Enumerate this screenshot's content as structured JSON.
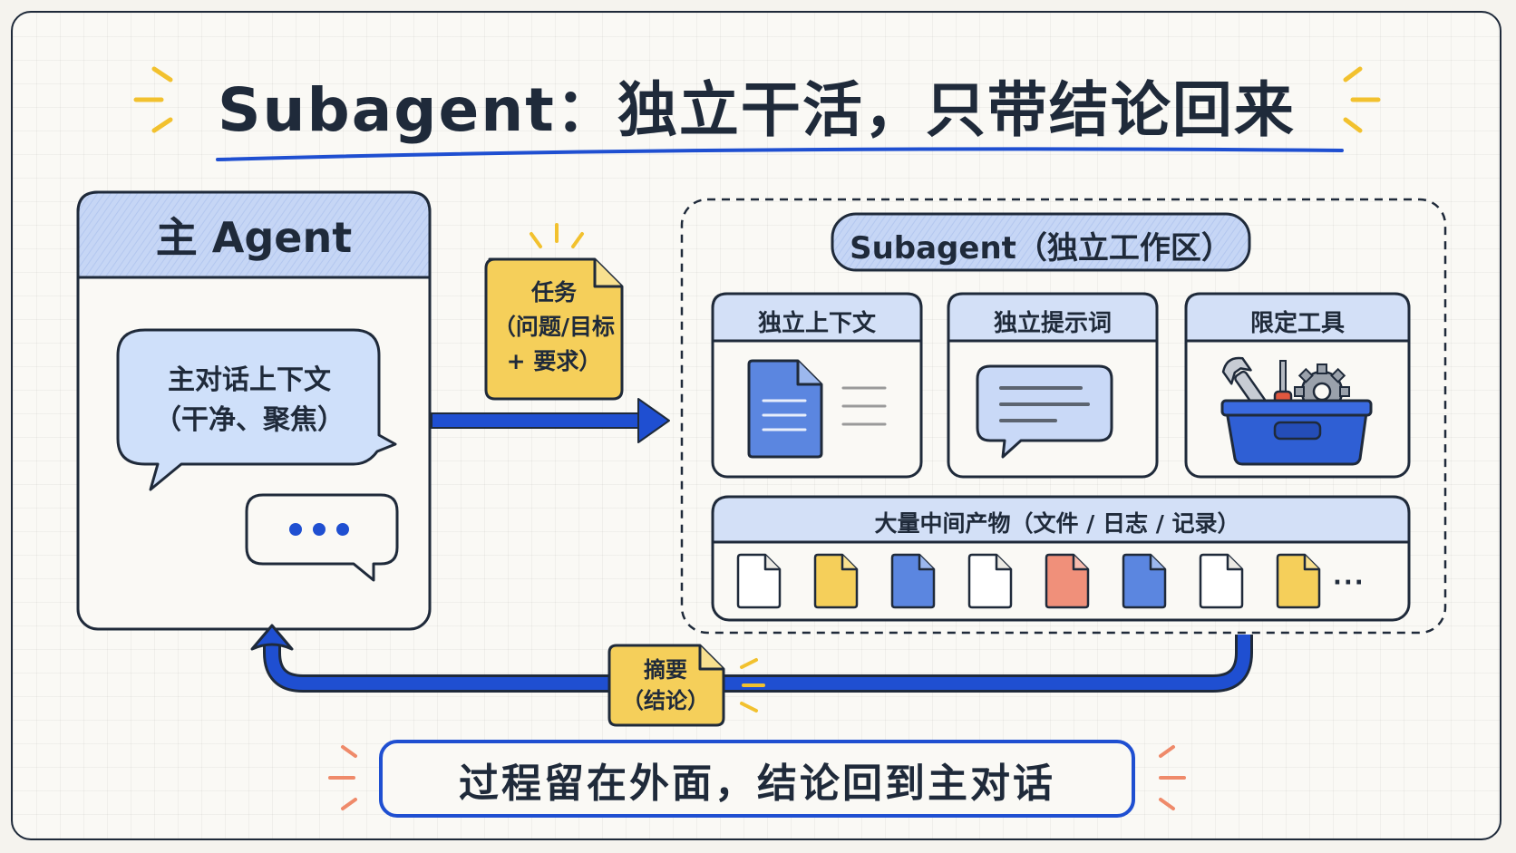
{
  "title": "Subagent：独立干活，只带结论回来",
  "main_agent": {
    "title": "主 Agent",
    "bubble_lines": [
      "主对话上下文",
      "（干净、聚焦）"
    ]
  },
  "task_note": {
    "lines": [
      "任务",
      "（问题/目标",
      "+ 要求）"
    ]
  },
  "subagent": {
    "title": "Subagent（独立工作区）",
    "cards": [
      {
        "title": "独立上下文",
        "icon": "document-icon"
      },
      {
        "title": "独立提示词",
        "icon": "chat-bubble-icon"
      },
      {
        "title": "限定工具",
        "icon": "toolbox-icon"
      }
    ],
    "artifacts": {
      "title": "大量中间产物（文件 / 日志 / 记录）",
      "files": [
        "white",
        "yellow",
        "blue",
        "white",
        "red",
        "blue",
        "white",
        "yellow"
      ],
      "more": "···"
    }
  },
  "summary_note": {
    "lines": [
      "摘要",
      "（结论）"
    ]
  },
  "bottom_banner": "过程留在外面，结论回到主对话",
  "colors": {
    "blue": "#1f4fd1",
    "light_blue": "#c9d9f7",
    "yellow": "#f5cf5a",
    "red": "#f0907a",
    "ink": "#1f2a3a",
    "spark_yellow": "#f2c12e",
    "spark_orange": "#ef8a6a"
  }
}
